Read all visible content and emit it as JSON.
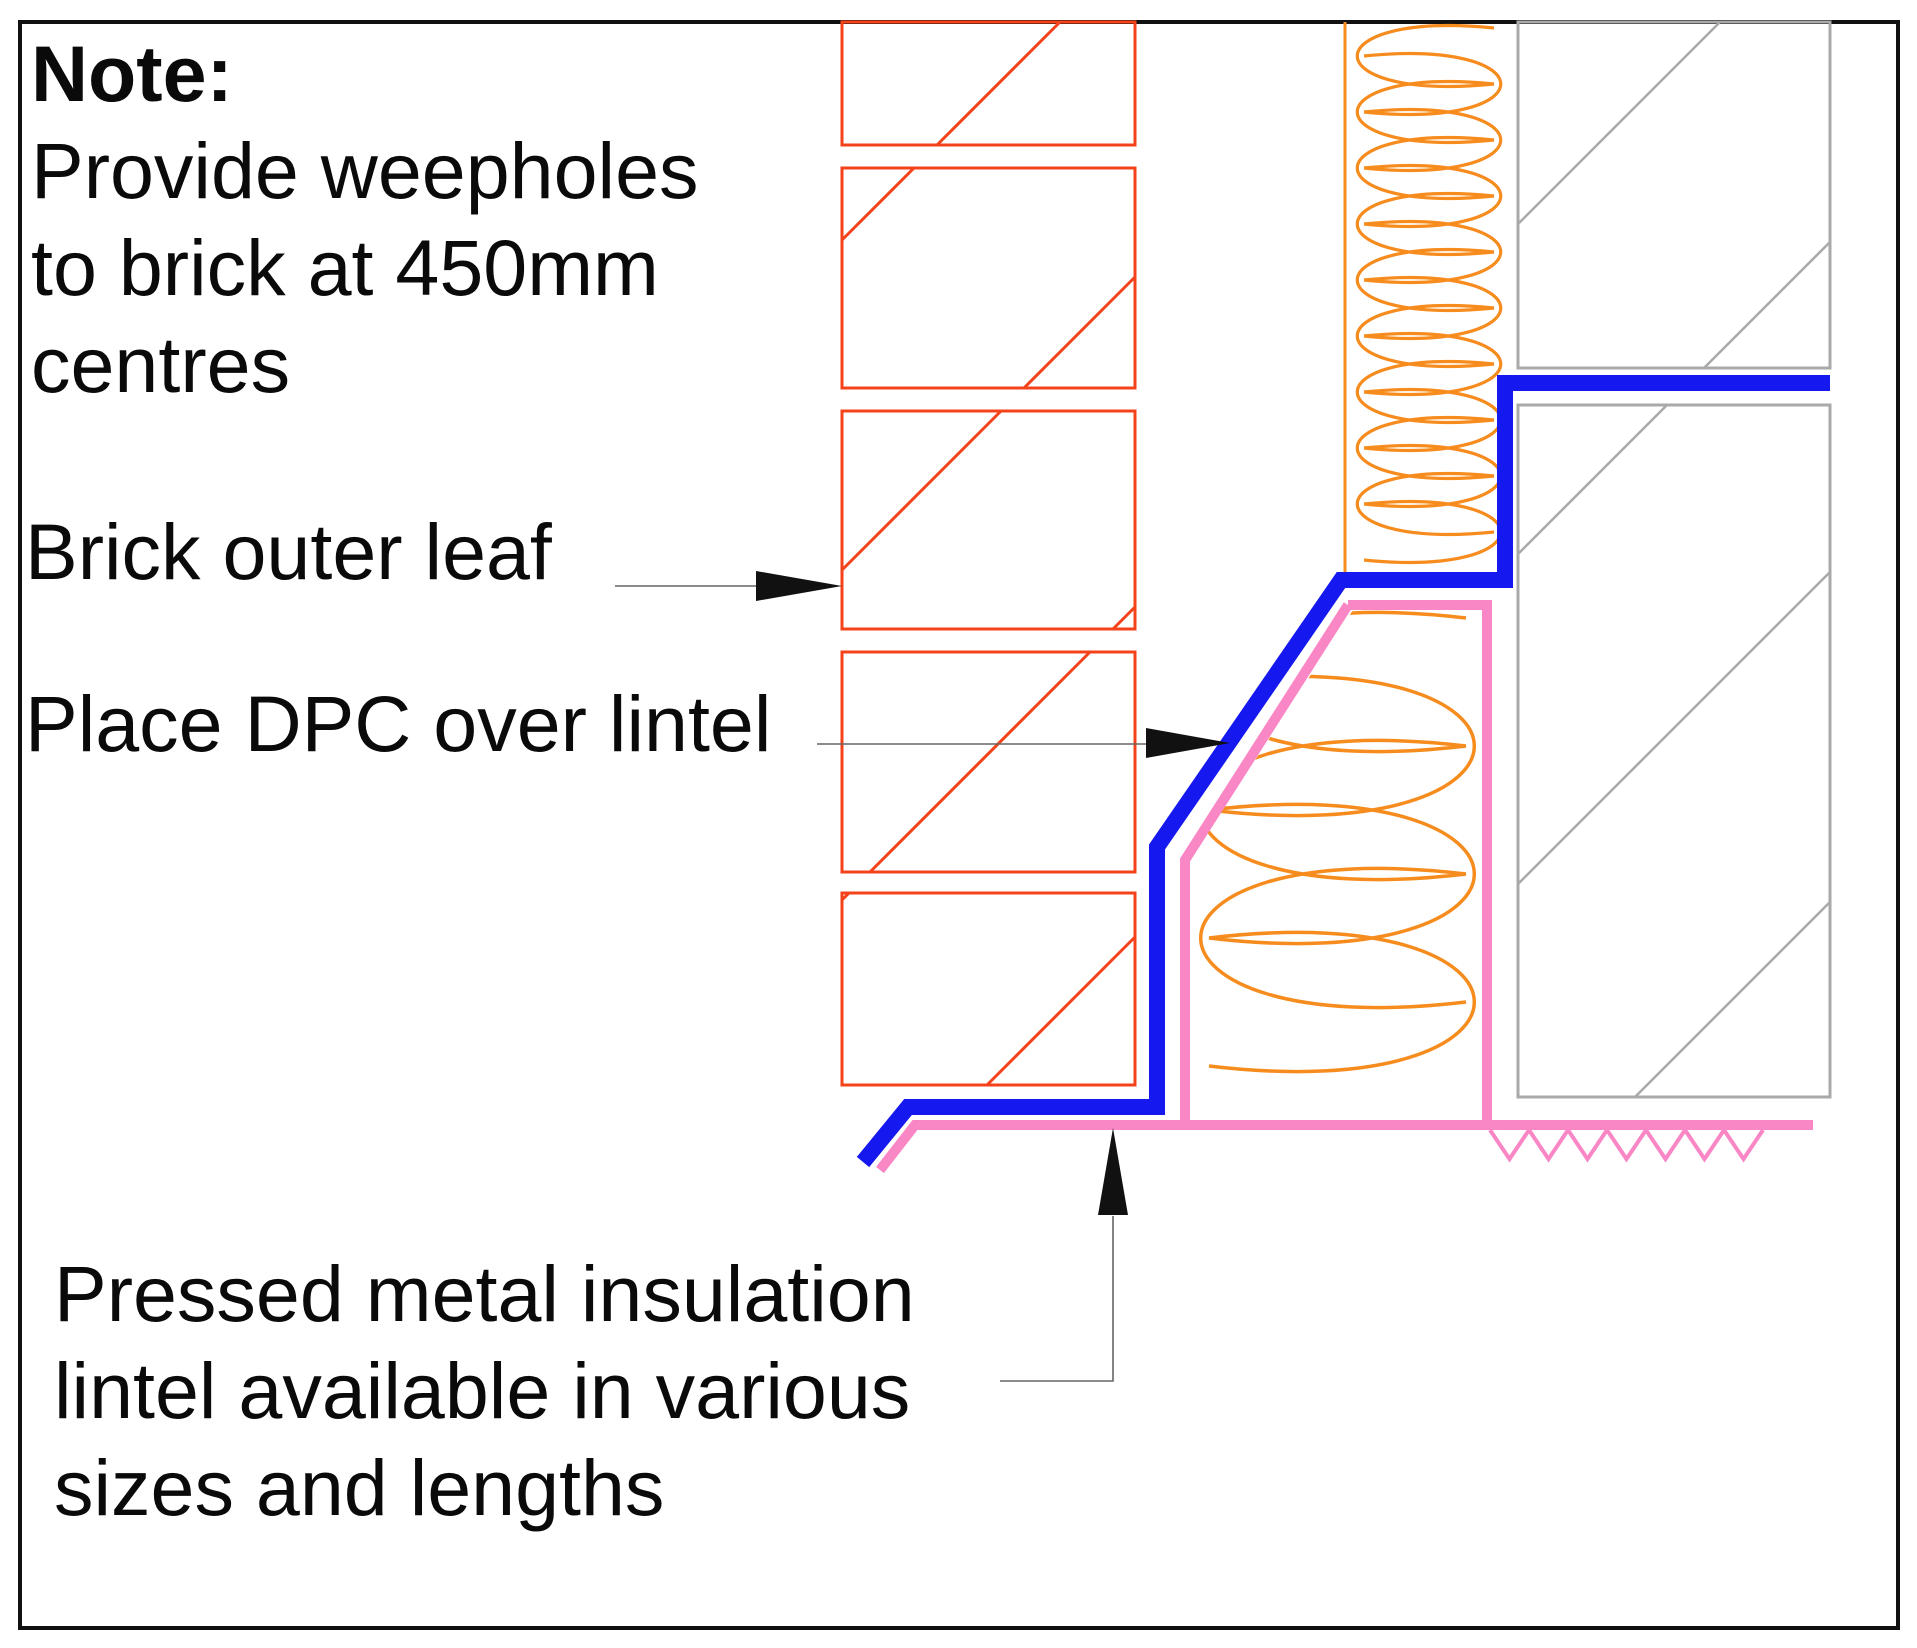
{
  "note": {
    "heading": "Note:",
    "lines": [
      "Provide weepholes",
      "to brick at 450mm",
      "centres"
    ]
  },
  "labels": {
    "brick_outer_leaf": "Brick outer leaf",
    "place_dpc": "Place DPC over lintel",
    "pressed_lines": [
      "Pressed metal insulation",
      "lintel available in various",
      "sizes and lengths"
    ]
  },
  "colors": {
    "brick": "#f4421b",
    "insulation": "#f78c1e",
    "dpc_blue": "#1518ef",
    "lintel_pink": "#fa87c5",
    "block_gray": "#a9a9a9",
    "leader": "#666666",
    "arrow": "#111111",
    "border": "#111111",
    "text": "#0a0a0a"
  }
}
